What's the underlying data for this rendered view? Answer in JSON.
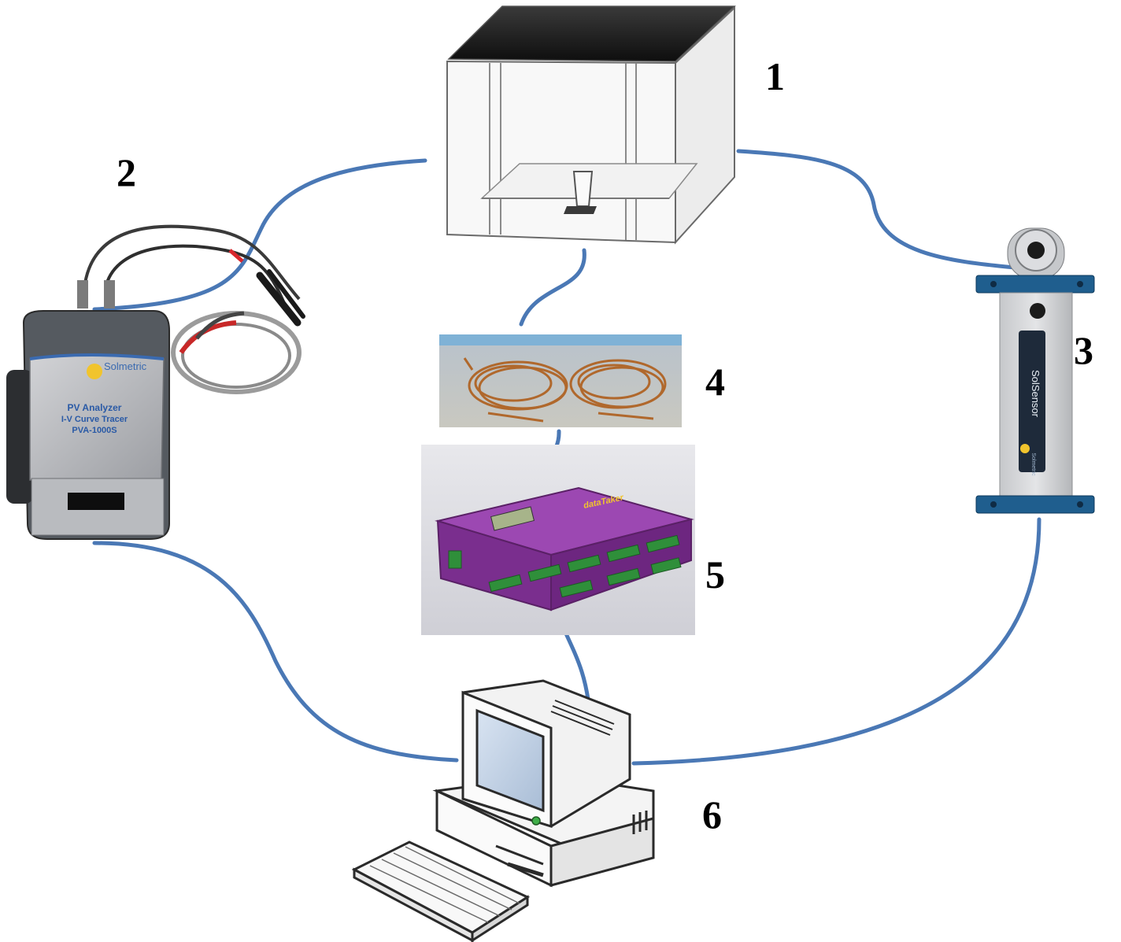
{
  "labels": {
    "n1": "1",
    "n2": "2",
    "n3": "3",
    "n4": "4",
    "n5": "5",
    "n6": "6"
  },
  "pv_analyzer": {
    "brand": "Solmetric",
    "line1": "PV Analyzer",
    "line2": "I-V Curve Tracer",
    "line3": "PVA-1000S"
  },
  "irradiance_sensor": {
    "brand": "SolSensor",
    "maker": "Solmetric"
  },
  "datalogger": {
    "brand": "dataTaker"
  },
  "colors": {
    "cable": "#4a78b5",
    "sensor_cap": "#1f5e8e",
    "logger_body": "#8a3aa0",
    "logger_terminals": "#2f8f3a"
  }
}
